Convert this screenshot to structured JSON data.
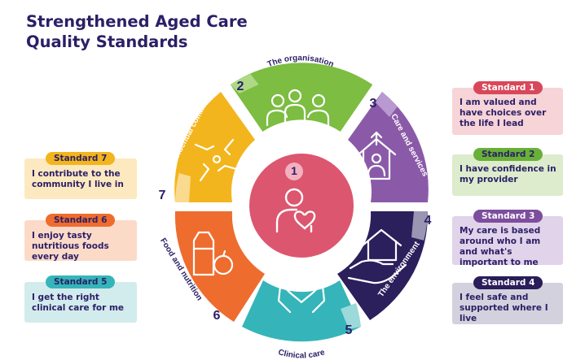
{
  "title": {
    "line1": "Strengthened Aged Care",
    "line2": "Quality Standards"
  },
  "wheel": {
    "center_number": "1",
    "center_label": "The person",
    "segments": [
      {
        "number": "2",
        "label": "The organisation",
        "color": "#7cbd42"
      },
      {
        "number": "3",
        "label": "Care and services",
        "color": "#8a5aa8"
      },
      {
        "number": "4",
        "label": "The environment",
        "color": "#2b1f5c"
      },
      {
        "number": "5",
        "label": "Clinical care",
        "color": "#35b5b9"
      },
      {
        "number": "6",
        "label": "Food and nutrition",
        "color": "#ee6c2e"
      },
      {
        "number": "7",
        "label": "The residential community",
        "color": "#f3b51d"
      }
    ]
  },
  "standards": [
    {
      "badge": "Standard 1",
      "text": "I am valued and have choices over the life I lead",
      "badge_color": "#d9475a",
      "card_color": "#f6d4d7"
    },
    {
      "badge": "Standard 2",
      "text": "I have confidence in my provider",
      "badge_color": "#69b038",
      "card_color": "#dceccc"
    },
    {
      "badge": "Standard 3",
      "text": "My care is based around who I am and what's important to me",
      "badge_color": "#7d4e9d",
      "card_color": "#e1d3ea"
    },
    {
      "badge": "Standard 4",
      "text": "I feel safe and supported where I live",
      "badge_color": "#2a1d59",
      "card_color": "#d4d1de"
    },
    {
      "badge": "Standard 5",
      "text": "I get the right clinical care for me",
      "badge_color": "#35b5b9",
      "card_color": "#d2eced"
    },
    {
      "badge": "Standard 6",
      "text": "I enjoy tasty nutritious foods every day",
      "badge_color": "#ee6c2e",
      "card_color": "#fcdac8"
    },
    {
      "badge": "Standard 7",
      "text": "I contribute to the community I live in",
      "badge_color": "#f3b51d",
      "card_color": "#fde9c0"
    }
  ],
  "colors": {
    "title": "#2b1f66",
    "center": "#dc566f"
  }
}
